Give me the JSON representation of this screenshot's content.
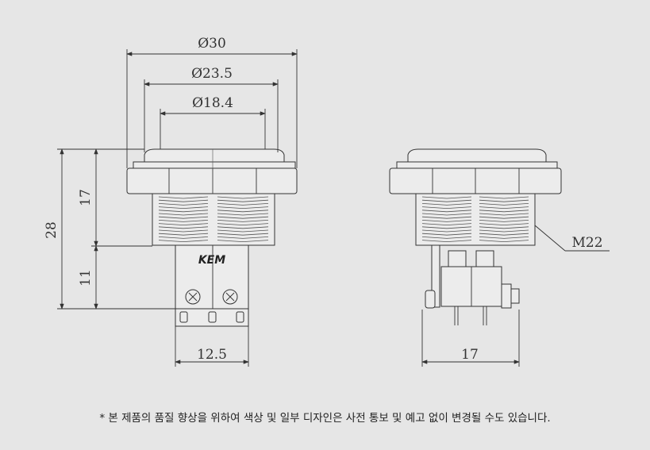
{
  "dimensions": {
    "d30": "Ø30",
    "d23_5": "Ø23.5",
    "d18_4": "Ø18.4",
    "h17": "17",
    "h28": "28",
    "h11": "11",
    "w12_5": "12.5",
    "side_w17": "17",
    "thread": "M22"
  },
  "brand": "KEM",
  "note": "* 본 제품의 품질 향상을 위하여 색상 및 일부 디자인은 사전 통보 및 예고 없이 변경될 수도 있습니다."
}
